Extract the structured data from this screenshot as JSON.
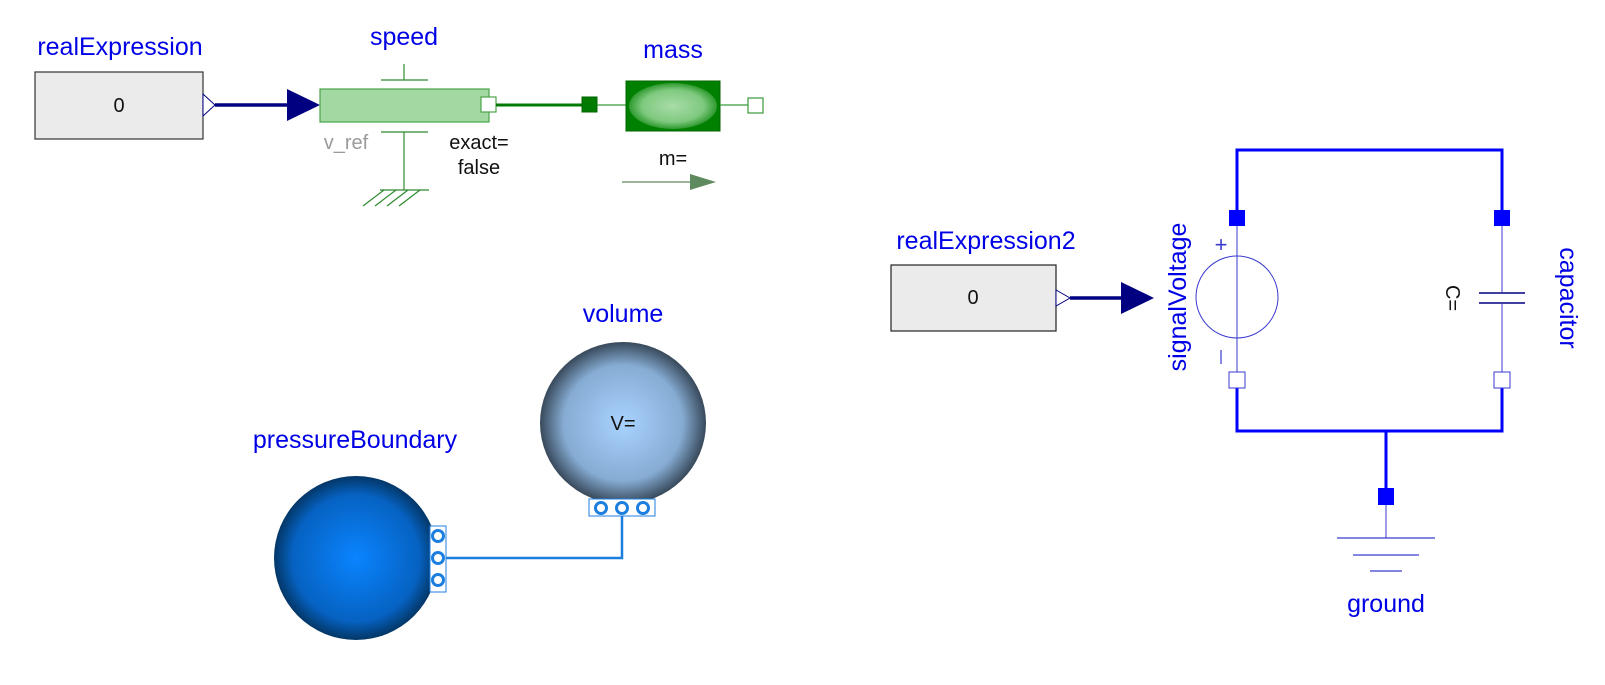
{
  "diagram": {
    "colors": {
      "label": "#0000e6",
      "signal": "#000080",
      "translational": "#007a00",
      "translational_light": "#a2d8a2",
      "electrical": "#0000ff",
      "fluid": "#1c7fe0",
      "expression_fill": "#ebebeb"
    },
    "components": {
      "realExpression": {
        "name": "realExpression",
        "value": "0"
      },
      "speed": {
        "name": "speed",
        "input_label": "v_ref",
        "param_line1": "exact=",
        "param_line2": "false"
      },
      "mass": {
        "name": "mass",
        "param": "m="
      },
      "pressureBoundary": {
        "name": "pressureBoundary"
      },
      "volume": {
        "name": "volume",
        "param": "V="
      },
      "realExpression2": {
        "name": "realExpression2",
        "value": "0"
      },
      "signalVoltage": {
        "name": "signalVoltage",
        "plus": "+",
        "minus": "−"
      },
      "capacitor": {
        "name": "capacitor",
        "param": "C="
      },
      "ground": {
        "name": "ground"
      }
    }
  }
}
